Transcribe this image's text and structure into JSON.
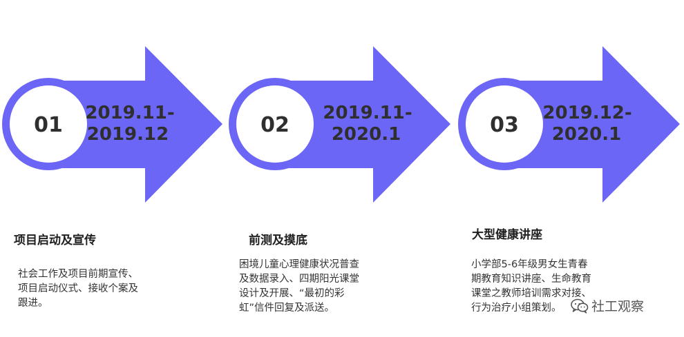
{
  "colors": {
    "arrow": "#6b66f5",
    "circle_fill": "#ffffff",
    "text_dark": "#2f2f2f"
  },
  "steps": [
    {
      "number": "01",
      "date_line1": "2019.11-",
      "date_line2": "2019.12",
      "title": "项目启动及宣传",
      "desc_lines": [
        "社会工作及项目前期宣传、",
        "项目启动仪式、接收个案及",
        "跟进。"
      ]
    },
    {
      "number": "02",
      "date_line1": "2019.11-",
      "date_line2": "2020.1",
      "title": "前测及摸底",
      "desc_lines": [
        "困境儿童心理健康状况普查",
        "及数据录入、四期阳光课堂",
        "设计及开展、“最初的彩",
        "虹”信件回复及派送。"
      ]
    },
    {
      "number": "03",
      "date_line1": "2019.12-",
      "date_line2": "2020.1",
      "title": "大型健康讲座",
      "desc_lines": [
        "小学部5-6年级男女生青春",
        "期教育知识讲座、生命教育",
        "课堂之教师培训需求对接、",
        "行为治疗小组策划。"
      ]
    }
  ],
  "watermark": {
    "icon": "wechat-icon",
    "text": "社工观察"
  }
}
